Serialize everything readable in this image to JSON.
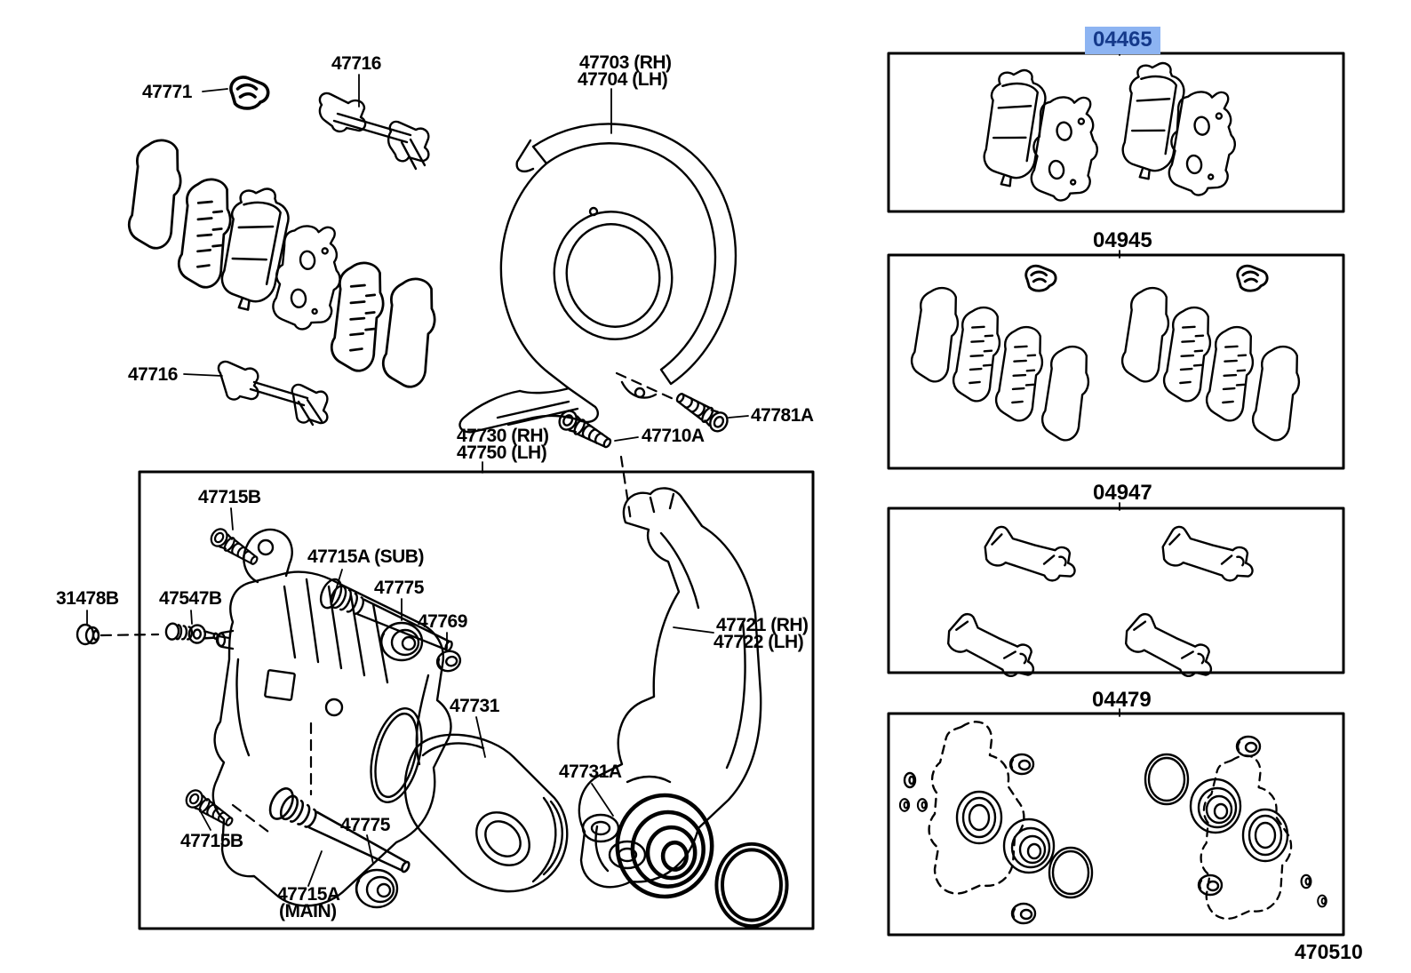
{
  "colors": {
    "line": "#000000",
    "highlight_bg": "#8db4f2",
    "highlight_text": "#15398a"
  },
  "diagram": {
    "labels": {
      "p47771": "47771",
      "p47716_top": "47716",
      "p47703": "47703 (RH)",
      "p47704": "47704 (LH)",
      "p47716_bottom": "47716",
      "p47730": "47730 (RH)",
      "p47750": "47750 (LH)",
      "p47710a": "47710A",
      "p47781a": "47781A",
      "p47715b_top": "47715B",
      "p47715a_sub": "47715A (SUB)",
      "p47775_top": "47775",
      "p47769": "47769",
      "p31478b": "31478B",
      "p47547b": "47547B",
      "p47721": "47721 (RH)",
      "p47722": "47722 (LH)",
      "p47731": "47731",
      "p47731a": "47731A",
      "p47715b_bottom": "47715B",
      "p47775_bottom": "47775",
      "p47715a_main": "47715A",
      "p47715a_main2": "(MAIN)"
    },
    "kits": {
      "k04465": "04465",
      "k04945": "04945",
      "k04947": "04947",
      "k04479": "04479"
    },
    "figure_code": "470510"
  }
}
